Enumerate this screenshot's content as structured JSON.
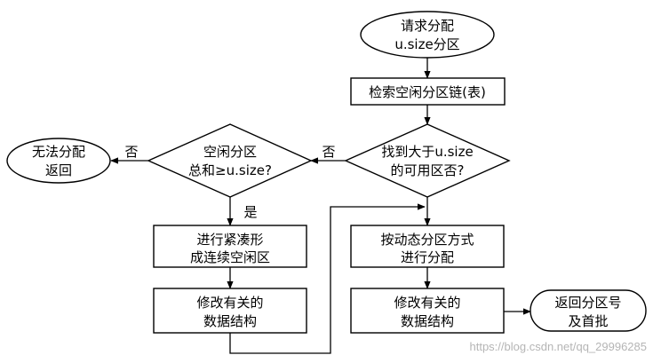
{
  "nodes": {
    "request_line1": "请求分配",
    "request_line2": "u.size分区",
    "search_chain": "检索空闲分区链(表)",
    "find_line1": "找到大于u.size",
    "find_line2": "的可用区否?",
    "total_line1": "空闲分区",
    "total_line2": "总和≥u.size?",
    "fail_line1": "无法分配",
    "fail_line2": "返回",
    "compact_line1": "进行紧凑形",
    "compact_line2": "成连续空闲区",
    "modify_left_line1": "修改有关的",
    "modify_left_line2": "数据结构",
    "dynamic_line1": "按动态分区方式",
    "dynamic_line2": "进行分配",
    "modify_right_line1": "修改有关的",
    "modify_right_line2": "数据结构",
    "return_line1": "返回分区号",
    "return_line2": "及首批"
  },
  "edge_labels": {
    "find_no": "否",
    "total_no": "否",
    "total_yes": "是"
  },
  "watermark": "https://blog.csdn.net/qq_29996285"
}
